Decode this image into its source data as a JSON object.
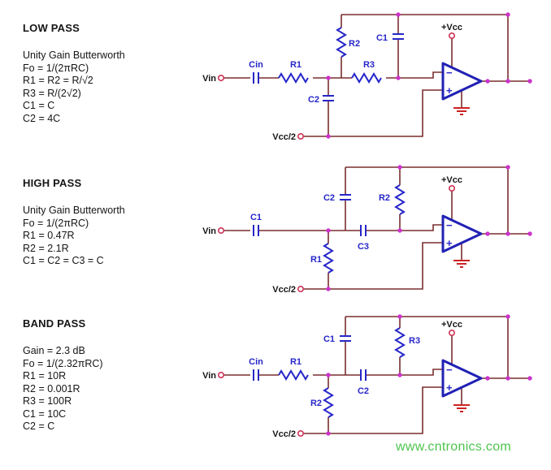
{
  "watermark": {
    "text": "www.cntronics.com",
    "color": "#4ec44e"
  },
  "sections": [
    {
      "title": "LOW PASS",
      "lines": [
        "Unity Gain Butterworth",
        "Fo = 1/(2πRC)",
        "R1 = R2 = R/√2",
        "R3 = R/(2√2)",
        "C1 = C",
        "C2 = 4C"
      ]
    },
    {
      "title": "HIGH PASS",
      "lines": [
        "Unity Gain Butterworth",
        "Fo = 1/(2πRC)",
        "R1 = 0.47R",
        "R2 = 2.1R",
        "C1 = C2 = C3 = C"
      ]
    },
    {
      "title": "BAND PASS",
      "lines": [
        "Gain = 2.3 dB",
        "Fo = 1/(2.32πRC)",
        "R1 = 10R",
        "R2 = 0.001R",
        "R3 = 100R",
        "C1 = 10C",
        "C2 = C"
      ]
    }
  ],
  "circuits": [
    {
      "name": "low-pass",
      "labels": {
        "vin": "Vin",
        "cin": "Cin",
        "r1": "R1",
        "r2": "R2",
        "r3": "R3",
        "c1": "C1",
        "c2": "C2",
        "vcc": "+Vcc",
        "bias": "Vcc/2"
      }
    },
    {
      "name": "high-pass",
      "labels": {
        "vin": "Vin",
        "c1": "C1",
        "c2": "C2",
        "c3": "C3",
        "r1": "R1",
        "r2": "R2",
        "vcc": "+Vcc",
        "bias": "Vcc/2"
      }
    },
    {
      "name": "band-pass",
      "labels": {
        "vin": "Vin",
        "cin": "Cin",
        "r1": "R1",
        "r2": "R2",
        "r3": "R3",
        "c1": "C1",
        "c2": "C2",
        "vcc": "+Vcc",
        "bias": "Vcc/2"
      }
    }
  ],
  "opamp": {
    "minus": "−",
    "plus": "+"
  },
  "colors": {
    "wire": "#7a2e2e",
    "component": "#2626c9",
    "junction": "#cc33cc",
    "terminal": "#cc3355",
    "power": "#cc2222",
    "text": "#151515"
  }
}
